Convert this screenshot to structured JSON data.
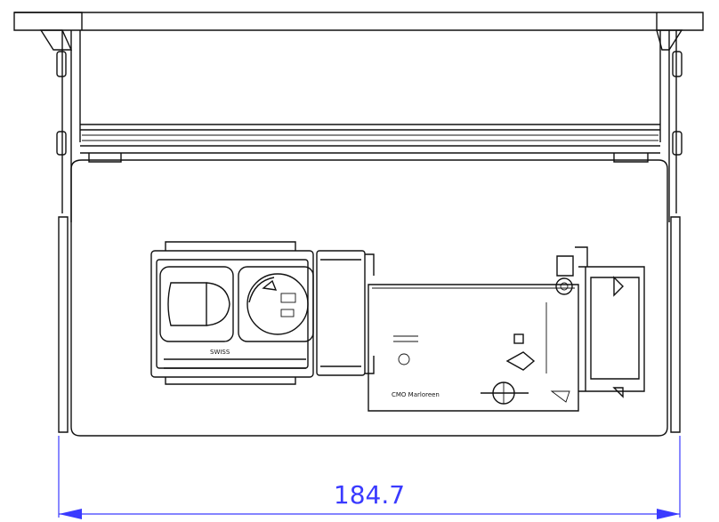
{
  "drawing": {
    "dimension_label": "184.7",
    "dimension_color": "#3a3aff",
    "line_color": "#111111",
    "socket_left_mark": "SWISS",
    "module_label": "CMO Marloreen"
  }
}
